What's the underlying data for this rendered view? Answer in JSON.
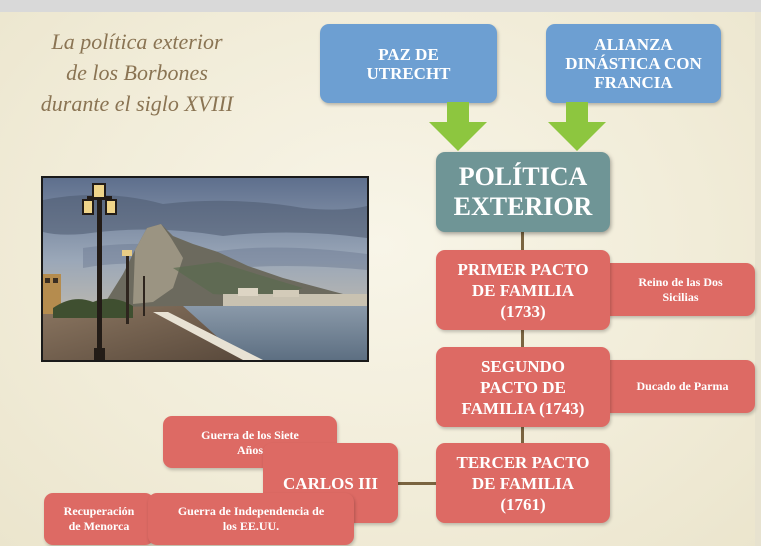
{
  "title_lines": [
    "La política exterior",
    "de los Borbones",
    "durante el siglo XVIII"
  ],
  "causes": [
    {
      "lines": [
        "PAZ DE",
        "UTRECHT"
      ]
    },
    {
      "lines": [
        "ALIANZA",
        "DINÁSTICA CON",
        "FRANCIA"
      ]
    }
  ],
  "center": {
    "lines": [
      "POLÍTICA",
      "EXTERIOR"
    ]
  },
  "pacts": [
    {
      "lines": [
        "PRIMER PACTO",
        "DE FAMILIA",
        "(1733)"
      ],
      "result_lines": [
        "Reino de las Dos",
        "Sicilias"
      ]
    },
    {
      "lines": [
        "SEGUNDO",
        "PACTO DE",
        "FAMILIA (1743)"
      ],
      "result_lines": [
        "Ducado de Parma"
      ]
    },
    {
      "lines": [
        "TERCER PACTO",
        "DE FAMILIA",
        "(1761)"
      ]
    }
  ],
  "carlos": {
    "label": "CARLOS III"
  },
  "carlos_events": [
    {
      "lines": [
        "Guerra de los Siete",
        "Años"
      ]
    },
    {
      "lines": [
        "Recuperación",
        "de Menorca"
      ]
    },
    {
      "lines": [
        "Guerra de Independencia de",
        "los EE.UU."
      ]
    }
  ],
  "colors": {
    "blue_box": "#6d9fd2",
    "teal_box": "#6f9596",
    "red_box": "#dd6a64",
    "arrow_green": "#8dc63f",
    "title_text": "#8a7453",
    "background": "#f3efdd"
  },
  "image": {
    "subject": "Rock of Gibraltar seen from a seaside promenade with street lamps"
  }
}
